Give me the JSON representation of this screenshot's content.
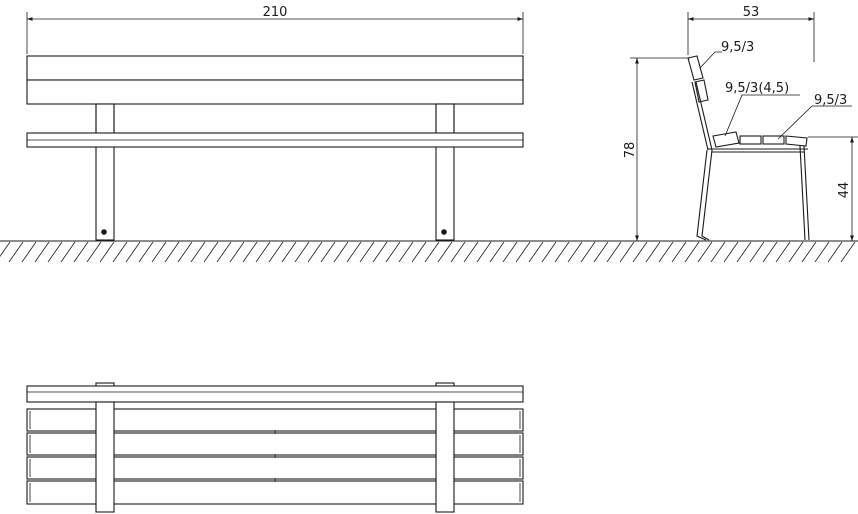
{
  "dimensions": {
    "overall_length": "210",
    "overall_depth": "53",
    "overall_height": "78",
    "seat_height": "44"
  },
  "profiles": {
    "backrest_slat": "9,5/3",
    "seat_slat_front": "9,5/3(4,5)",
    "seat_slat_rear": "9,5/3"
  },
  "colors": {
    "line": "#1a1a1a",
    "background": "#ffffff"
  }
}
